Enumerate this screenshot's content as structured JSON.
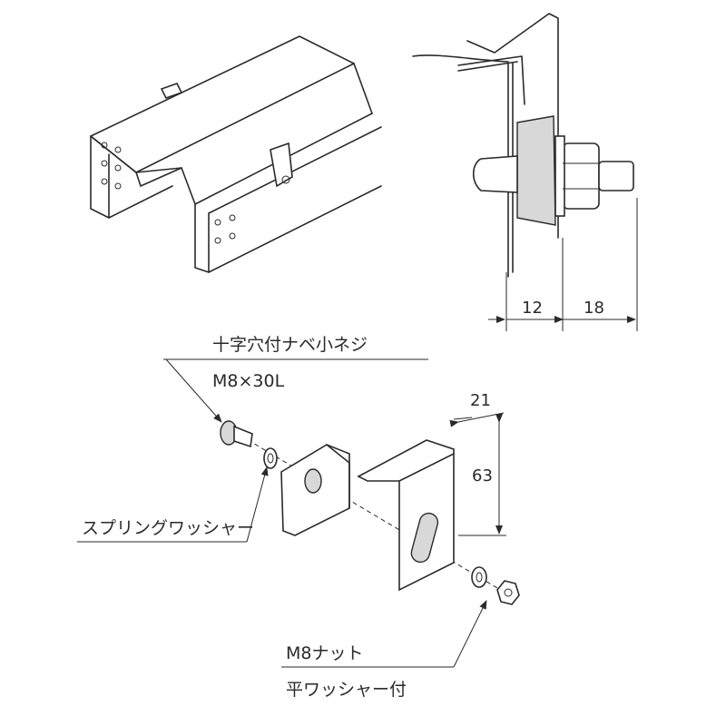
{
  "labels": {
    "screw_name": "十字穴付ナベ小ネジ",
    "screw_size": "M8×30L",
    "spring_washer": "スプリングワッシャー",
    "nut": "M8ナット",
    "flat_washer": "平ワッシャー付"
  },
  "dimensions": {
    "d12": "12",
    "d18": "18",
    "d21": "21",
    "d63": "63"
  }
}
